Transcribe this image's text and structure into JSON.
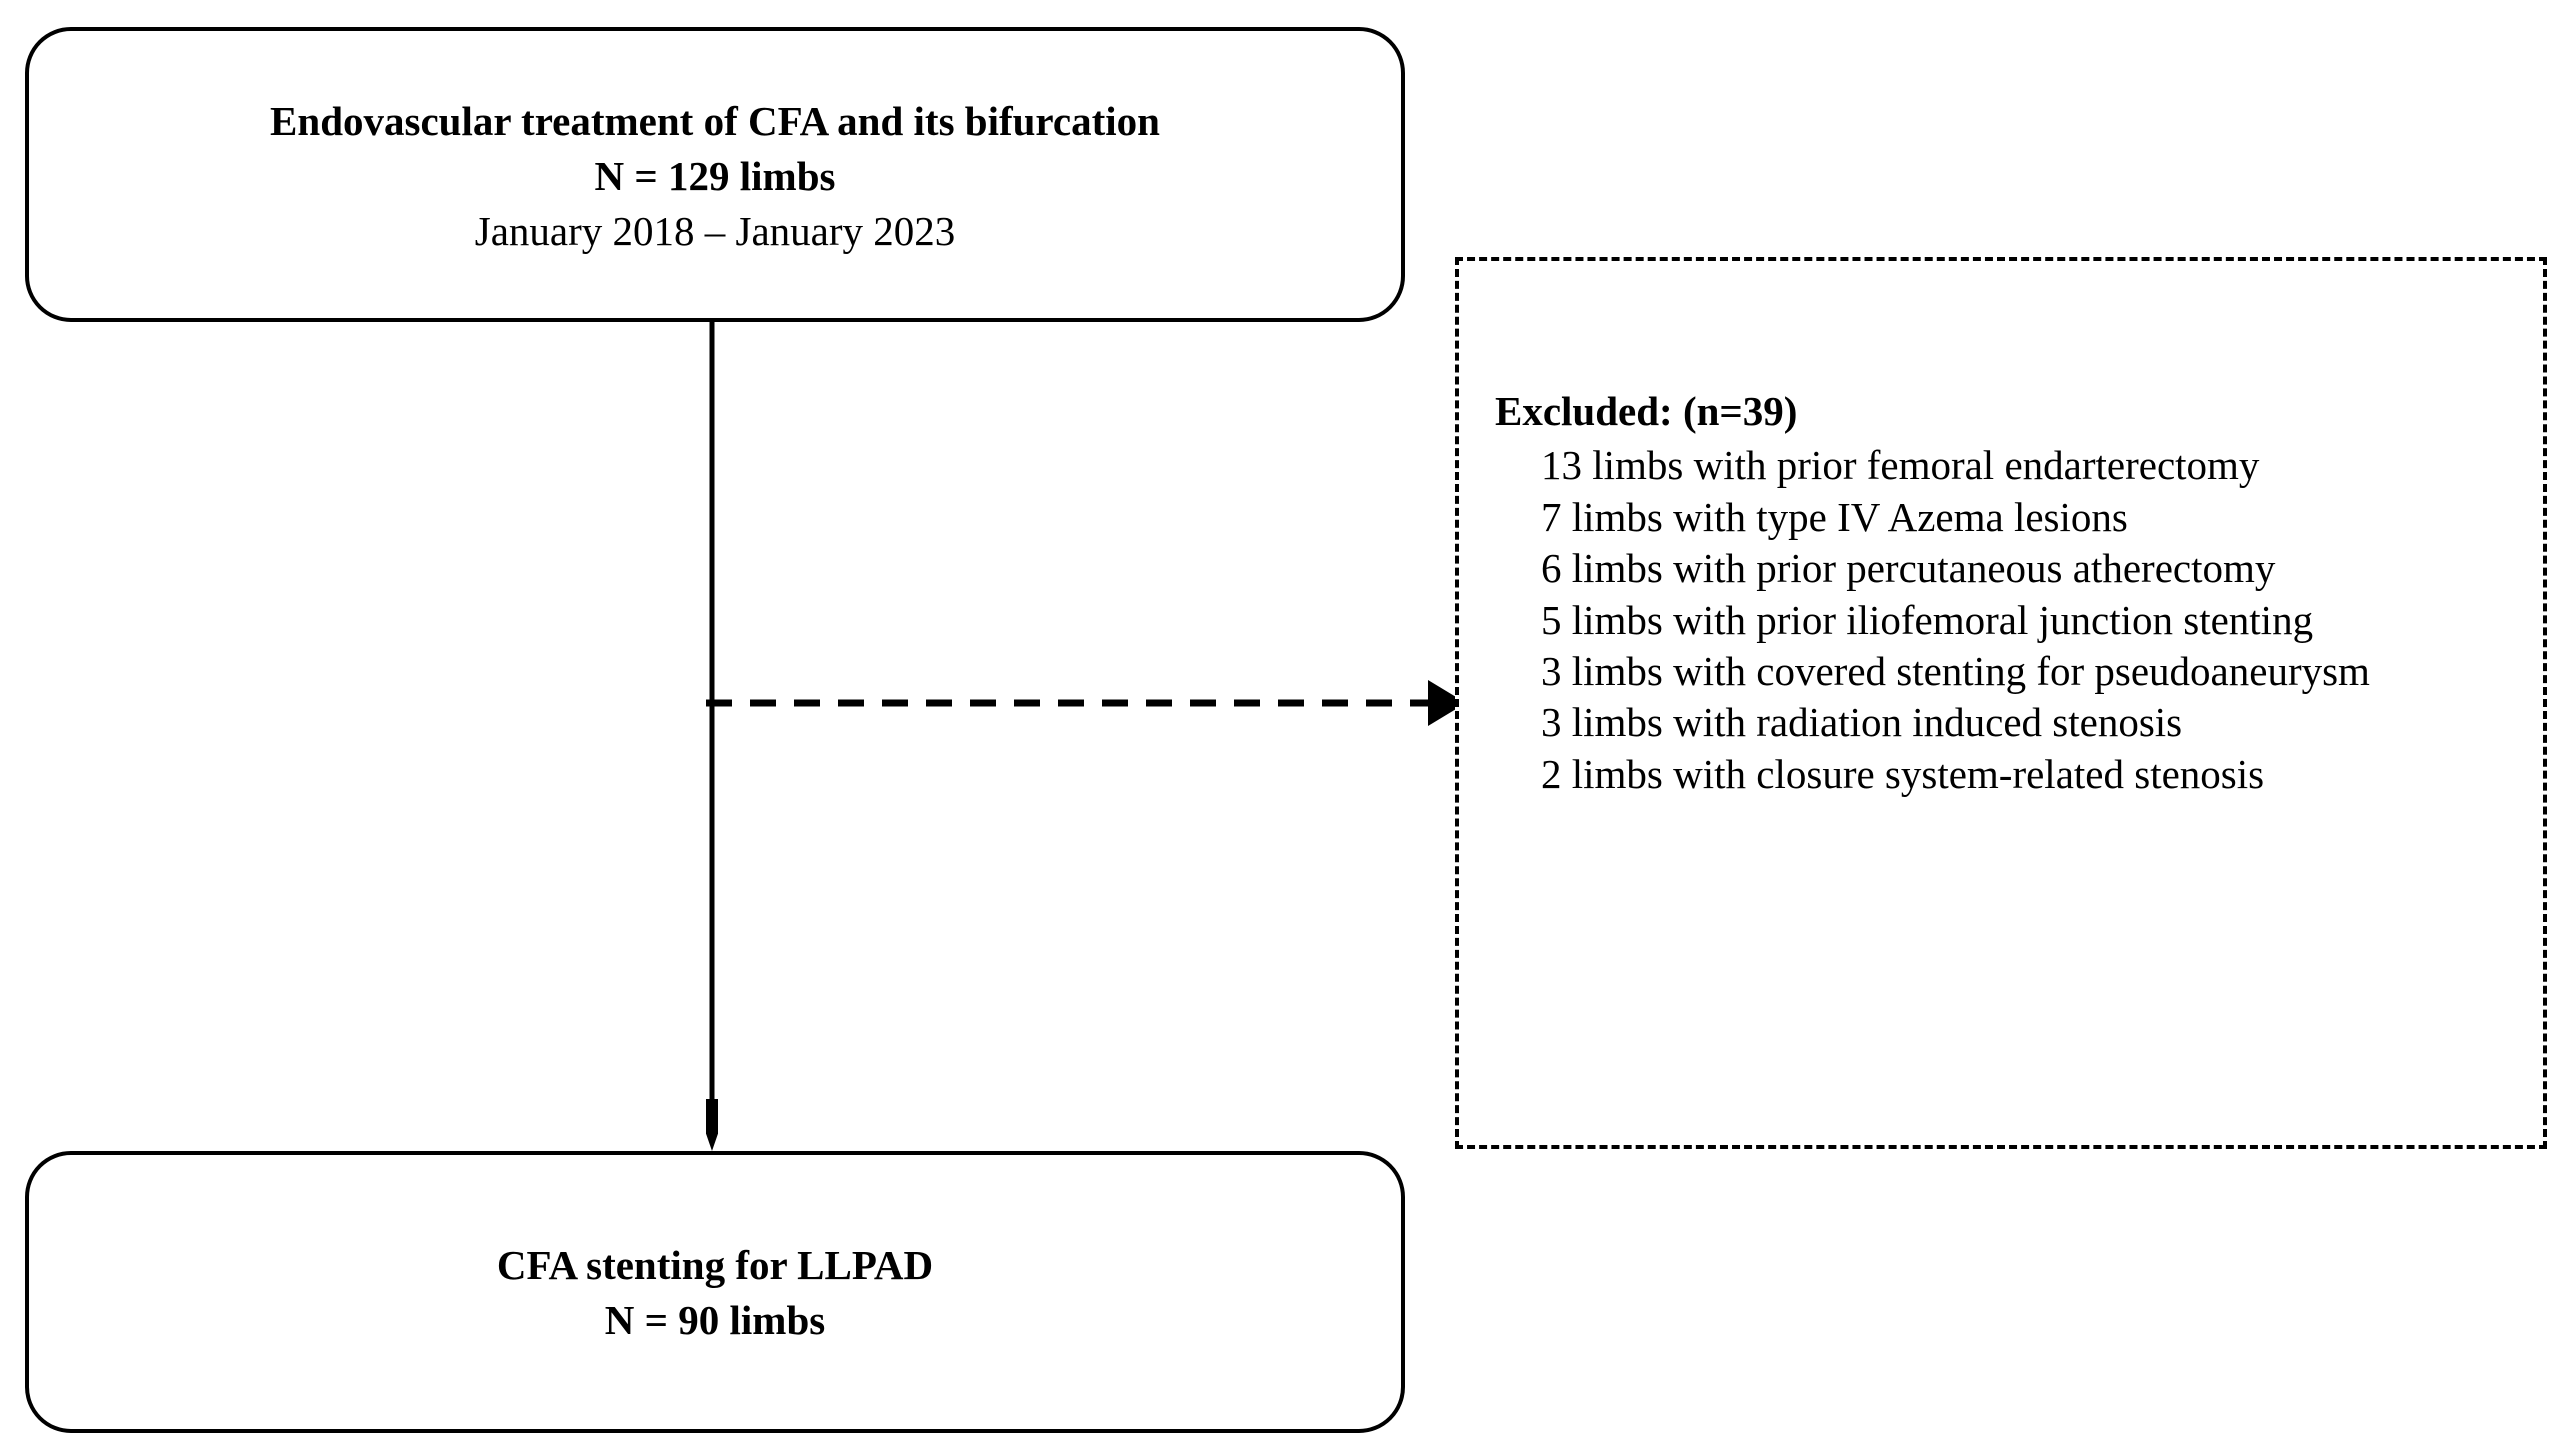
{
  "diagram": {
    "type": "flowchart",
    "title": "Patient selection flow diagram",
    "colors": {
      "stroke": "#000000",
      "fill": "#ffffff",
      "text": "#000000"
    },
    "top_node": {
      "line1": "Endovascular treatment of CFA and its bifurcation",
      "line2": "N = 129 limbs",
      "line3": "January 2018 – January 2023"
    },
    "excluded_node": {
      "title": "Excluded: (n=39)",
      "items": [
        "13 limbs with prior femoral endarterectomy",
        "7 limbs with type IV Azema lesions",
        "6 limbs with prior percutaneous atherectomy",
        "5 limbs with prior iliofemoral junction stenting",
        "3 limbs with covered stenting for pseudoaneurysm",
        "3 limbs with radiation induced stenosis",
        "2 limbs with closure system-related stenosis"
      ]
    },
    "bottom_node": {
      "line1": "CFA stenting for LLPAD",
      "line2": "N = 90 limbs"
    },
    "connectors": {
      "vertical": "solid-arrow-down",
      "branch": "dashed-arrow-right"
    }
  }
}
